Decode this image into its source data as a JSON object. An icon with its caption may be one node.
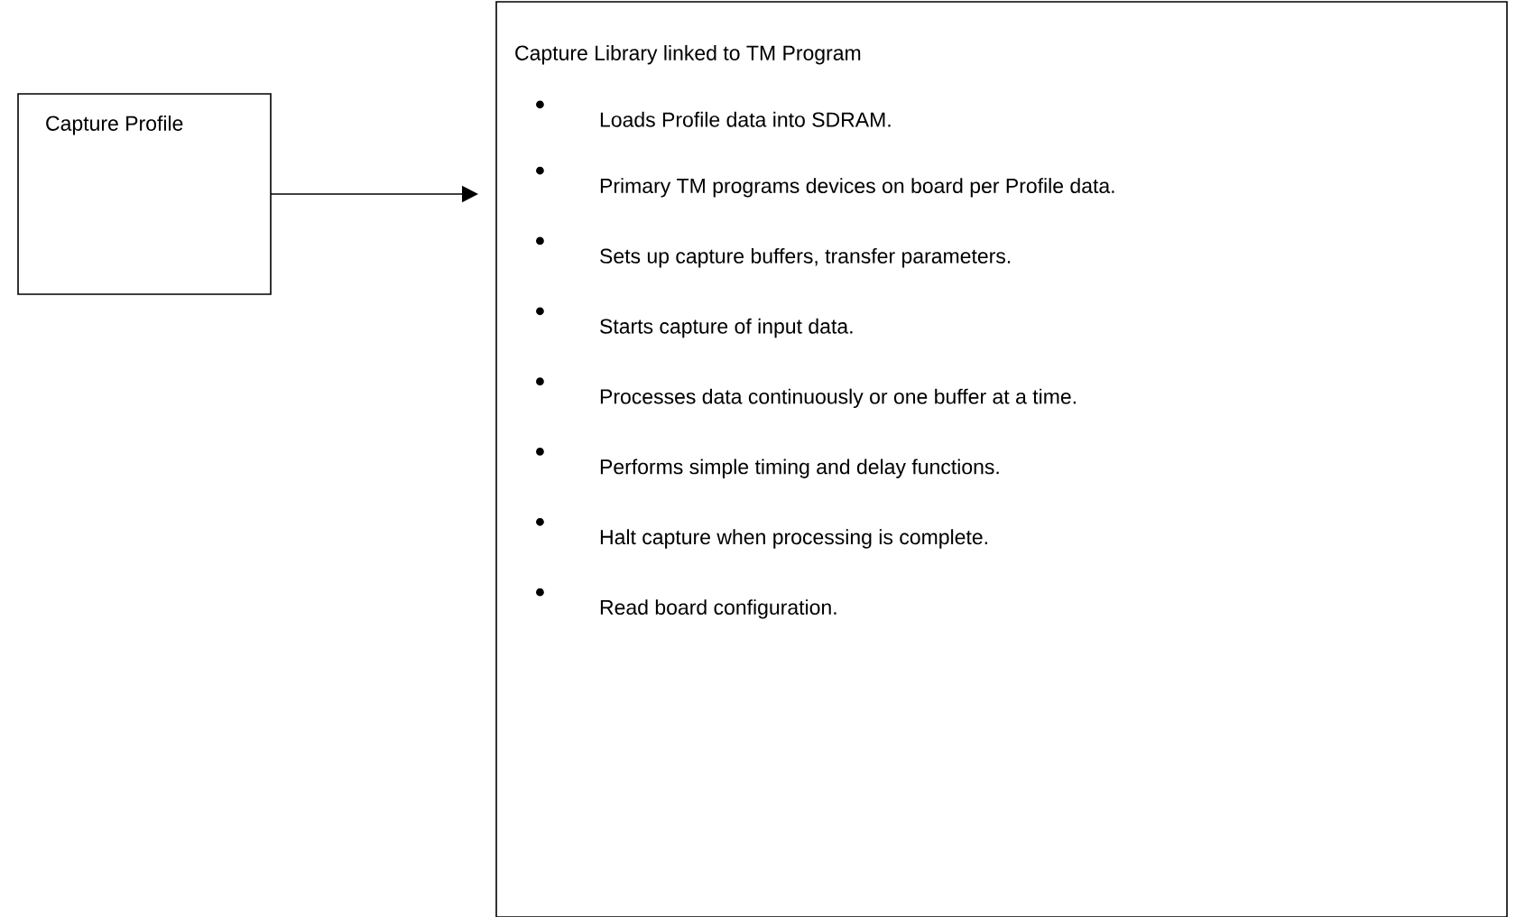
{
  "diagram": {
    "nodes": [
      {
        "text": [
          "Capture Profile"
        ]
      },
      {
        "text": [
          "Capture Library linked to TM Program",
          "Loads Profile data into SDRAM.",
          "Primary TM programs devices on board per Profile data.",
          "Sets up capture buffers, transfer parameters.",
          "Starts capture of input data.",
          "Processes data continuously or one buffer at a time.",
          "Performs simple timing and delay functions.",
          "Halt capture when processing is complete.",
          "Read board configuration."
        ]
      }
    ],
    "edges": [
      {
        "from": 0,
        "to": 1,
        "arrow": "to"
      }
    ]
  }
}
